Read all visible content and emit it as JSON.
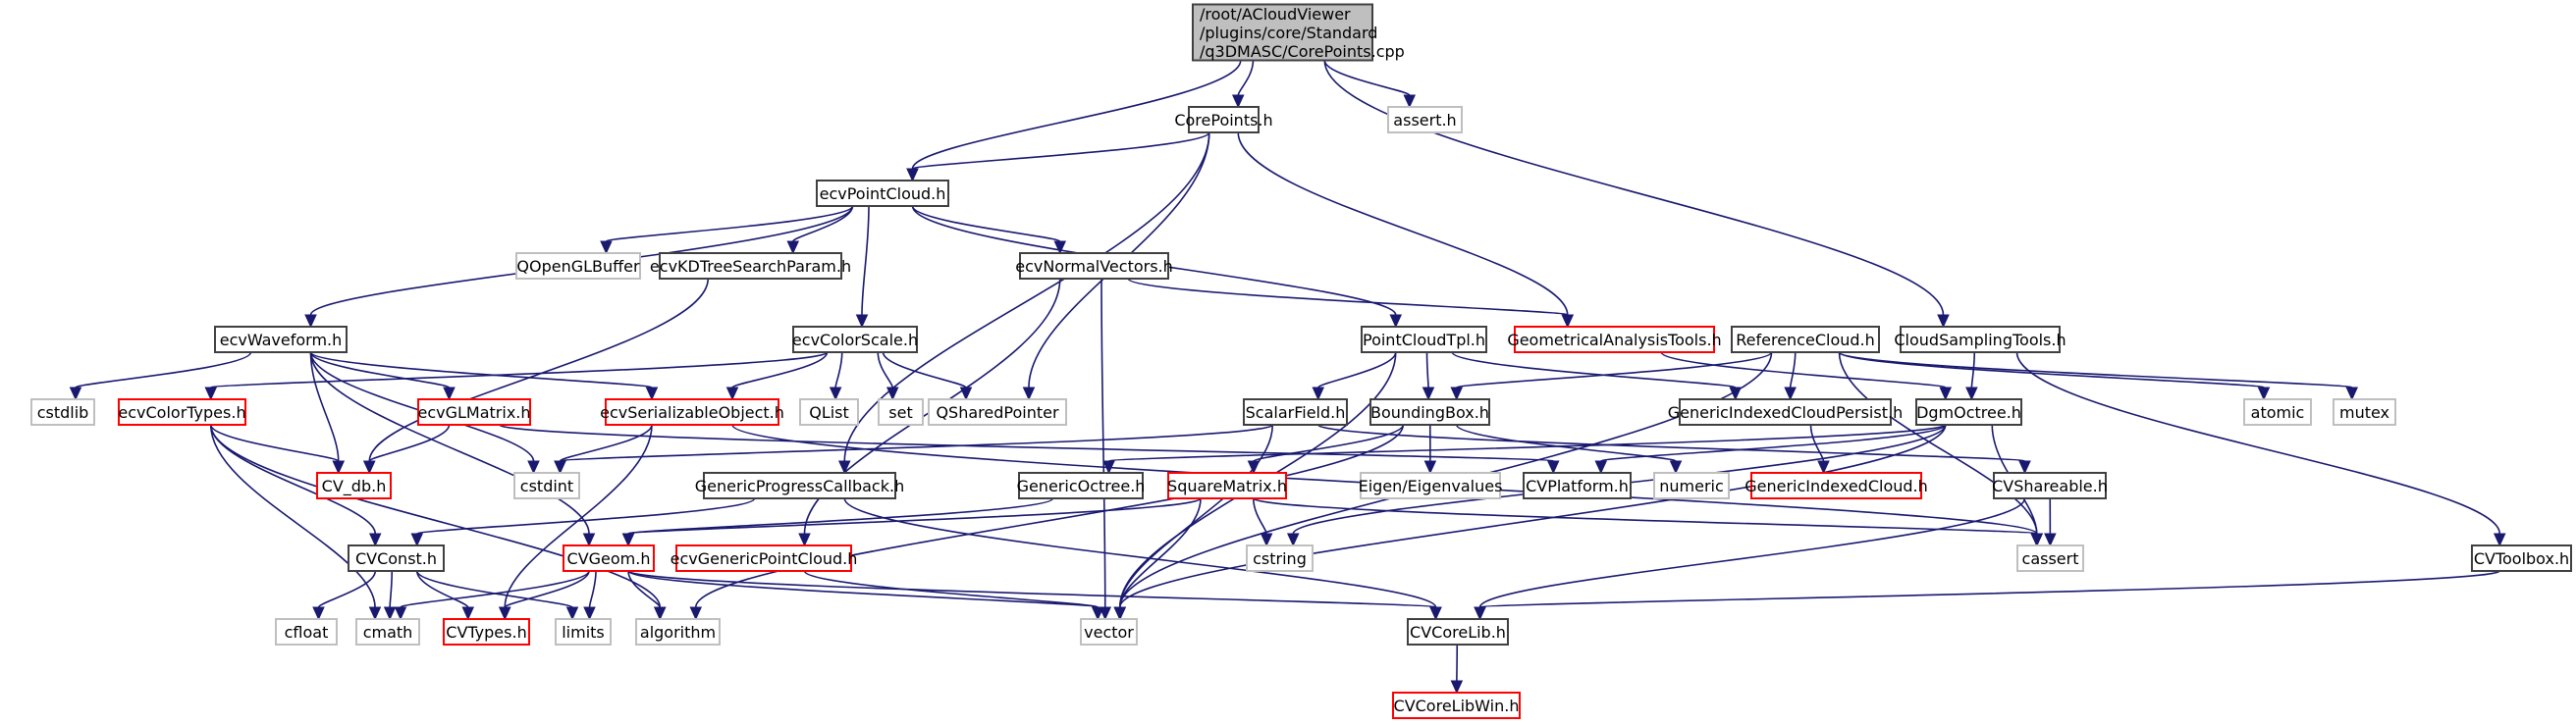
{
  "title": "Include dependency graph for CorePoints.cpp",
  "colors": {
    "edge": "#191970",
    "root_fill": "#bfbfbf",
    "node_border": "#404040",
    "external_border": "#bfbfbf",
    "missing_border": "#ff0000"
  },
  "nodes": [
    {
      "id": "root",
      "kind": "root",
      "lines": [
        "/root/ACloudViewer",
        "/plugins/core/Standard",
        "/q3DMASC/CorePoints.cpp"
      ]
    },
    {
      "id": "CorePoints_h",
      "kind": "plain",
      "lines": [
        "CorePoints.h"
      ]
    },
    {
      "id": "assert_h",
      "kind": "external",
      "lines": [
        "assert.h"
      ]
    },
    {
      "id": "ecvPointCloud_h",
      "kind": "plain",
      "lines": [
        "ecvPointCloud.h"
      ]
    },
    {
      "id": "QOpenGLBuffer",
      "kind": "external",
      "lines": [
        "QOpenGLBuffer"
      ]
    },
    {
      "id": "ecvKDTreeSearchParam_h",
      "kind": "plain",
      "lines": [
        "ecvKDTreeSearchParam.h"
      ]
    },
    {
      "id": "ecvNormalVectors_h",
      "kind": "plain",
      "lines": [
        "ecvNormalVectors.h"
      ]
    },
    {
      "id": "ecvWaveform_h",
      "kind": "plain",
      "lines": [
        "ecvWaveform.h"
      ]
    },
    {
      "id": "ecvColorScale_h",
      "kind": "plain",
      "lines": [
        "ecvColorScale.h"
      ]
    },
    {
      "id": "PointCloudTpl_h",
      "kind": "plain",
      "lines": [
        "PointCloudTpl.h"
      ]
    },
    {
      "id": "GeometricalAnalysisTools_h",
      "kind": "missing",
      "lines": [
        "GeometricalAnalysisTools.h"
      ]
    },
    {
      "id": "ReferenceCloud_h",
      "kind": "plain",
      "lines": [
        "ReferenceCloud.h"
      ]
    },
    {
      "id": "CloudSamplingTools_h",
      "kind": "plain",
      "lines": [
        "CloudSamplingTools.h"
      ]
    },
    {
      "id": "cstdlib",
      "kind": "external",
      "lines": [
        "cstdlib"
      ]
    },
    {
      "id": "ecvColorTypes_h",
      "kind": "missing",
      "lines": [
        "ecvColorTypes.h"
      ]
    },
    {
      "id": "ecvGLMatrix_h",
      "kind": "missing",
      "lines": [
        "ecvGLMatrix.h"
      ]
    },
    {
      "id": "ecvSerializableObject_h",
      "kind": "missing",
      "lines": [
        "ecvSerializableObject.h"
      ]
    },
    {
      "id": "QList",
      "kind": "external",
      "lines": [
        "QList"
      ]
    },
    {
      "id": "set",
      "kind": "external",
      "lines": [
        "set"
      ]
    },
    {
      "id": "QSharedPointer",
      "kind": "external",
      "lines": [
        "QSharedPointer"
      ]
    },
    {
      "id": "ScalarField_h",
      "kind": "plain",
      "lines": [
        "ScalarField.h"
      ]
    },
    {
      "id": "BoundingBox_h",
      "kind": "plain",
      "lines": [
        "BoundingBox.h"
      ]
    },
    {
      "id": "GenericIndexedCloudPersist_h",
      "kind": "plain",
      "lines": [
        "GenericIndexedCloudPersist.h"
      ]
    },
    {
      "id": "DgmOctree_h",
      "kind": "plain",
      "lines": [
        "DgmOctree.h"
      ]
    },
    {
      "id": "atomic",
      "kind": "external",
      "lines": [
        "atomic"
      ]
    },
    {
      "id": "mutex",
      "kind": "external",
      "lines": [
        "mutex"
      ]
    },
    {
      "id": "CV_db_h",
      "kind": "missing",
      "lines": [
        "CV_db.h"
      ]
    },
    {
      "id": "cstdint",
      "kind": "external",
      "lines": [
        "cstdint"
      ]
    },
    {
      "id": "GenericProgressCallback_h",
      "kind": "plain",
      "lines": [
        "GenericProgressCallback.h"
      ]
    },
    {
      "id": "GenericOctree_h",
      "kind": "plain",
      "lines": [
        "GenericOctree.h"
      ]
    },
    {
      "id": "SquareMatrix_h",
      "kind": "missing",
      "lines": [
        "SquareMatrix.h"
      ]
    },
    {
      "id": "Eigen_Eigenvalues",
      "kind": "external",
      "lines": [
        "Eigen/Eigenvalues"
      ]
    },
    {
      "id": "CVPlatform_h",
      "kind": "plain",
      "lines": [
        "CVPlatform.h"
      ]
    },
    {
      "id": "numeric",
      "kind": "external",
      "lines": [
        "numeric"
      ]
    },
    {
      "id": "GenericIndexedCloud_h",
      "kind": "missing",
      "lines": [
        "GenericIndexedCloud.h"
      ]
    },
    {
      "id": "CVShareable_h",
      "kind": "plain",
      "lines": [
        "CVShareable.h"
      ]
    },
    {
      "id": "CVConst_h",
      "kind": "plain",
      "lines": [
        "CVConst.h"
      ]
    },
    {
      "id": "CVGeom_h",
      "kind": "missing",
      "lines": [
        "CVGeom.h"
      ]
    },
    {
      "id": "ecvGenericPointCloud_h",
      "kind": "missing",
      "lines": [
        "ecvGenericPointCloud.h"
      ]
    },
    {
      "id": "cstring",
      "kind": "external",
      "lines": [
        "cstring"
      ]
    },
    {
      "id": "cassert",
      "kind": "external",
      "lines": [
        "cassert"
      ]
    },
    {
      "id": "CVToolbox_h",
      "kind": "plain",
      "lines": [
        "CVToolbox.h"
      ]
    },
    {
      "id": "cfloat",
      "kind": "external",
      "lines": [
        "cfloat"
      ]
    },
    {
      "id": "cmath",
      "kind": "external",
      "lines": [
        "cmath"
      ]
    },
    {
      "id": "CVTypes_h",
      "kind": "missing",
      "lines": [
        "CVTypes.h"
      ]
    },
    {
      "id": "limits",
      "kind": "external",
      "lines": [
        "limits"
      ]
    },
    {
      "id": "algorithm",
      "kind": "external",
      "lines": [
        "algorithm"
      ]
    },
    {
      "id": "vector",
      "kind": "external",
      "lines": [
        "vector"
      ]
    },
    {
      "id": "CVCoreLib_h",
      "kind": "plain",
      "lines": [
        "CVCoreLib.h"
      ]
    },
    {
      "id": "CVCoreLibWin_h",
      "kind": "missing",
      "lines": [
        "CVCoreLibWin.h"
      ]
    }
  ],
  "edges": [
    [
      "root",
      "CorePoints_h"
    ],
    [
      "root",
      "assert_h"
    ],
    [
      "root",
      "ecvPointCloud_h"
    ],
    [
      "root",
      "CloudSamplingTools_h"
    ],
    [
      "CorePoints_h",
      "ecvPointCloud_h"
    ],
    [
      "CorePoints_h",
      "QSharedPointer"
    ],
    [
      "CorePoints_h",
      "GeometricalAnalysisTools_h"
    ],
    [
      "CorePoints_h",
      "GenericProgressCallback_h"
    ],
    [
      "ecvPointCloud_h",
      "ecvWaveform_h"
    ],
    [
      "ecvPointCloud_h",
      "QOpenGLBuffer"
    ],
    [
      "ecvPointCloud_h",
      "ecvKDTreeSearchParam_h"
    ],
    [
      "ecvPointCloud_h",
      "ecvColorScale_h"
    ],
    [
      "ecvPointCloud_h",
      "ecvNormalVectors_h"
    ],
    [
      "ecvPointCloud_h",
      "PointCloudTpl_h"
    ],
    [
      "ecvKDTreeSearchParam_h",
      "CV_db_h"
    ],
    [
      "ecvNormalVectors_h",
      "GeometricalAnalysisTools_h"
    ],
    [
      "ecvNormalVectors_h",
      "ecvGenericPointCloud_h"
    ],
    [
      "ecvNormalVectors_h",
      "vector"
    ],
    [
      "ecvWaveform_h",
      "cstdlib"
    ],
    [
      "ecvWaveform_h",
      "ecvGLMatrix_h"
    ],
    [
      "ecvWaveform_h",
      "ecvSerializableObject_h"
    ],
    [
      "ecvWaveform_h",
      "CV_db_h"
    ],
    [
      "ecvWaveform_h",
      "cstdint"
    ],
    [
      "ecvWaveform_h",
      "CVGeom_h"
    ],
    [
      "ecvColorScale_h",
      "ecvColorTypes_h"
    ],
    [
      "ecvColorScale_h",
      "ecvSerializableObject_h"
    ],
    [
      "ecvColorScale_h",
      "QList"
    ],
    [
      "ecvColorScale_h",
      "set"
    ],
    [
      "ecvColorScale_h",
      "QSharedPointer"
    ],
    [
      "ecvColorTypes_h",
      "CV_db_h"
    ],
    [
      "ecvColorTypes_h",
      "CVConst_h"
    ],
    [
      "ecvColorTypes_h",
      "cmath"
    ],
    [
      "ecvColorTypes_h",
      "algorithm"
    ],
    [
      "ecvGLMatrix_h",
      "CV_db_h"
    ],
    [
      "ecvGLMatrix_h",
      "CVPlatform_h"
    ],
    [
      "ecvSerializableObject_h",
      "cstdint"
    ],
    [
      "ecvSerializableObject_h",
      "CVTypes_h"
    ],
    [
      "ecvSerializableObject_h",
      "cassert"
    ],
    [
      "PointCloudTpl_h",
      "ScalarField_h"
    ],
    [
      "PointCloudTpl_h",
      "BoundingBox_h"
    ],
    [
      "PointCloudTpl_h",
      "GenericIndexedCloudPersist_h"
    ],
    [
      "PointCloudTpl_h",
      "vector"
    ],
    [
      "GeometricalAnalysisTools_h",
      "DgmOctree_h"
    ],
    [
      "ReferenceCloud_h",
      "GenericIndexedCloudPersist_h"
    ],
    [
      "ReferenceCloud_h",
      "BoundingBox_h"
    ],
    [
      "ReferenceCloud_h",
      "atomic"
    ],
    [
      "ReferenceCloud_h",
      "mutex"
    ],
    [
      "ReferenceCloud_h",
      "cassert"
    ],
    [
      "ReferenceCloud_h",
      "vector"
    ],
    [
      "CloudSamplingTools_h",
      "DgmOctree_h"
    ],
    [
      "CloudSamplingTools_h",
      "CVToolbox_h"
    ],
    [
      "ScalarField_h",
      "cstdint"
    ],
    [
      "ScalarField_h",
      "vector"
    ],
    [
      "ScalarField_h",
      "CVShareable_h"
    ],
    [
      "BoundingBox_h",
      "SquareMatrix_h"
    ],
    [
      "BoundingBox_h",
      "Eigen_Eigenvalues"
    ],
    [
      "BoundingBox_h",
      "numeric"
    ],
    [
      "BoundingBox_h",
      "algorithm"
    ],
    [
      "GenericIndexedCloudPersist_h",
      "GenericIndexedCloud_h"
    ],
    [
      "DgmOctree_h",
      "GenericOctree_h"
    ],
    [
      "DgmOctree_h",
      "CVPlatform_h"
    ],
    [
      "DgmOctree_h",
      "cassert"
    ],
    [
      "DgmOctree_h",
      "cstring"
    ],
    [
      "DgmOctree_h",
      "vector"
    ],
    [
      "GenericProgressCallback_h",
      "CVConst_h"
    ],
    [
      "GenericProgressCallback_h",
      "CVCoreLib_h"
    ],
    [
      "GenericOctree_h",
      "CVGeom_h"
    ],
    [
      "SquareMatrix_h",
      "CVGeom_h"
    ],
    [
      "SquareMatrix_h",
      "cstring"
    ],
    [
      "SquareMatrix_h",
      "vector"
    ],
    [
      "SquareMatrix_h",
      "cassert"
    ],
    [
      "CVShareable_h",
      "cassert"
    ],
    [
      "CVShareable_h",
      "CVCoreLib_h"
    ],
    [
      "CVConst_h",
      "cfloat"
    ],
    [
      "CVConst_h",
      "cmath"
    ],
    [
      "CVConst_h",
      "CVTypes_h"
    ],
    [
      "CVConst_h",
      "limits"
    ],
    [
      "CVGeom_h",
      "cmath"
    ],
    [
      "CVGeom_h",
      "CVTypes_h"
    ],
    [
      "CVGeom_h",
      "limits"
    ],
    [
      "CVGeom_h",
      "algorithm"
    ],
    [
      "CVGeom_h",
      "vector"
    ],
    [
      "CVGeom_h",
      "CVCoreLib_h"
    ],
    [
      "ecvGenericPointCloud_h",
      "vector"
    ],
    [
      "CVToolbox_h",
      "CVCoreLib_h"
    ],
    [
      "CVCoreLib_h",
      "CVCoreLibWin_h"
    ]
  ]
}
